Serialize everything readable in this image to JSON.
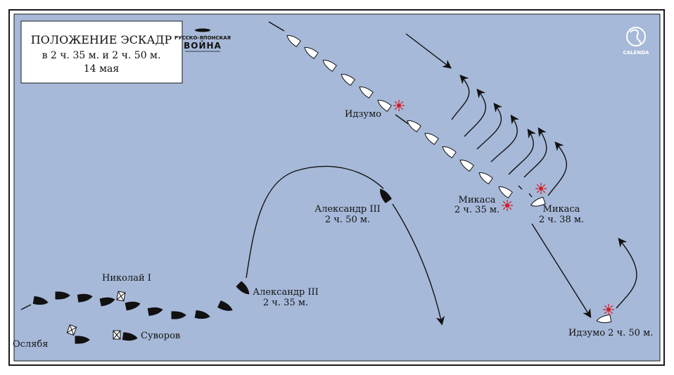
{
  "colors": {
    "sea": "#a7b9d9",
    "ink": "#111111",
    "japanese_ship": "#ffffff",
    "rising_sun_red": "#d0202a",
    "frame": "#1a1a1a"
  },
  "title_box": {
    "line1": "ПОЛОЖЕНИЕ ЭСКАДР",
    "line2": "в 2 ч. 35 м. и 2 ч. 50 м.",
    "line3": "14 мая"
  },
  "emblem": {
    "line1": "РУССКО-ЯПОНСКАЯ",
    "line2": "ВОЙНА"
  },
  "publisher": {
    "name": "CALENDA"
  },
  "labels": {
    "izumo_top": "Идзумо",
    "mikasa_235_name": "Микаса",
    "mikasa_235_time": "2 ч. 35 м.",
    "mikasa_238_name": "Микаса",
    "mikasa_238_time": "2 ч. 38 м.",
    "alexander_250_name": "Александр III",
    "alexander_250_time": "2 ч. 50 м.",
    "alexander_235_name": "Александр III",
    "alexander_235_time": "2 ч. 35 м.",
    "nikolai": "Николай I",
    "oslyabya": "Ослябя",
    "suvorov": "Суворов",
    "izumo_250": "Идзумо 2 ч. 50 м."
  }
}
